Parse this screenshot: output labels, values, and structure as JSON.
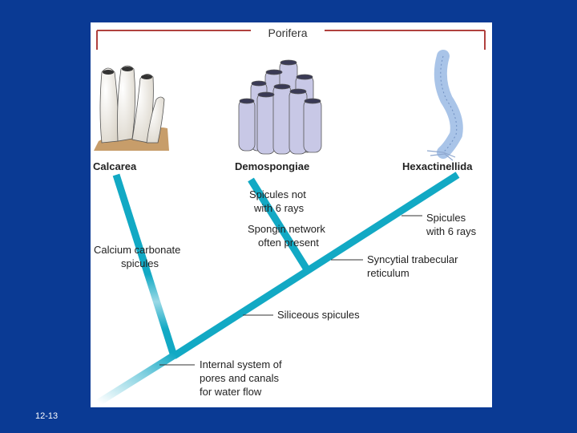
{
  "slide_number": "12-13",
  "group_label": "Porifera",
  "taxa": {
    "calcarea": "Calcarea",
    "demospongiae": "Demospongiae",
    "hexactinellida": "Hexactinellida"
  },
  "traits": {
    "calcium_line1": "Calcium carbonate",
    "calcium_line2": "spicules",
    "spicules_not6_line1": "Spicules not",
    "spicules_not6_line2": "with 6 rays",
    "spongin_line1": "Spongin network",
    "spongin_line2": "often present",
    "spicules6_line1": "Spicules",
    "spicules6_line2": "with 6 rays",
    "syncytial_line1": "Syncytial trabecular",
    "syncytial_line2": "reticulum",
    "siliceous": "Siliceous spicules",
    "internal_line1": "Internal system of",
    "internal_line2": "pores and canals",
    "internal_line3": "for water flow"
  },
  "colors": {
    "branch": "#12a9c4",
    "bracket": "#b0413e",
    "background": "#0a3a94"
  }
}
